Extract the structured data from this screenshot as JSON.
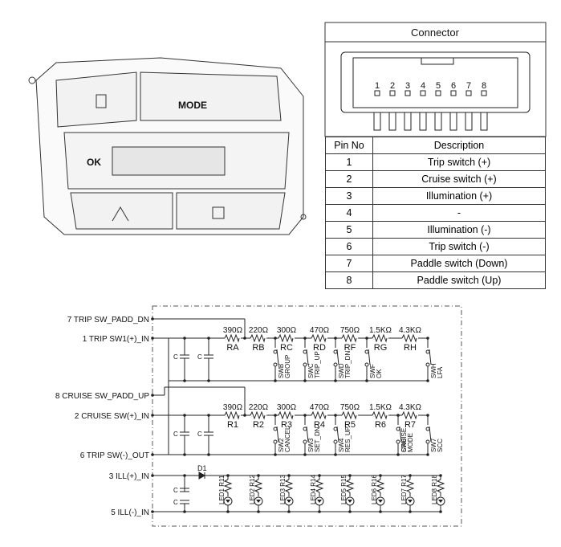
{
  "illustration": {
    "mode_label": "MODE",
    "ok_label": "OK"
  },
  "connector": {
    "title": "Connector",
    "pin_numbers": [
      "1",
      "2",
      "3",
      "4",
      "5",
      "6",
      "7",
      "8"
    ],
    "header": {
      "pin": "Pin No",
      "desc": "Description"
    },
    "rows": [
      {
        "pin": "1",
        "desc": "Trip switch (+)"
      },
      {
        "pin": "2",
        "desc": "Cruise switch (+)"
      },
      {
        "pin": "3",
        "desc": "Illumination (+)"
      },
      {
        "pin": "4",
        "desc": "-"
      },
      {
        "pin": "5",
        "desc": "Illumination (-)"
      },
      {
        "pin": "6",
        "desc": "Trip switch (-)"
      },
      {
        "pin": "7",
        "desc": "Paddle switch (Down)"
      },
      {
        "pin": "8",
        "desc": "Paddle switch (Up)"
      }
    ]
  },
  "schematic": {
    "terminals": [
      "7 TRIP SW_PADD_DN",
      "1 TRIP SW1(+)_IN",
      "8 CRUISE SW_PADD_UP",
      "2 CRUISE SW(+)_IN",
      "6 TRIP SW(-)_OUT",
      "3 ILL(+)_IN",
      "5 ILL(-)_IN"
    ],
    "cap_label": "C",
    "diode_label": "D1",
    "trip_resistors": [
      {
        "name": "RA",
        "value": "390Ω"
      },
      {
        "name": "RB",
        "value": "220Ω"
      },
      {
        "name": "RC",
        "value": "300Ω"
      },
      {
        "name": "RD",
        "value": "470Ω"
      },
      {
        "name": "RF",
        "value": "750Ω"
      },
      {
        "name": "RG",
        "value": "1.5KΩ"
      },
      {
        "name": "RH",
        "value": "4.3KΩ"
      }
    ],
    "trip_switches": [
      {
        "id": "SWB",
        "fn": "GROUP"
      },
      {
        "id": "SWC",
        "fn": "TRIP_UP"
      },
      {
        "id": "SWD",
        "fn": "TRIP_DN"
      },
      {
        "id": "SWF",
        "fn": "OK"
      },
      {
        "id": "SWH",
        "fn": "LFA"
      }
    ],
    "cruise_resistors": [
      {
        "name": "R1",
        "value": "390Ω"
      },
      {
        "name": "R2",
        "value": "220Ω"
      },
      {
        "name": "R3",
        "value": "300Ω"
      },
      {
        "name": "R4",
        "value": "470Ω"
      },
      {
        "name": "R5",
        "value": "750Ω"
      },
      {
        "name": "R6",
        "value": "1.5KΩ"
      },
      {
        "name": "R7",
        "value": "4.3KΩ"
      }
    ],
    "cruise_switches": [
      {
        "id": "SW2",
        "fn": "CANCEL"
      },
      {
        "id": "SW3",
        "fn": "SET_DN"
      },
      {
        "id": "SW4",
        "fn": "RES_UP"
      },
      {
        "id": "SW6",
        "fn": "CRUISE MODE"
      },
      {
        "id": "SW7",
        "fn": "SCC"
      }
    ],
    "leds": [
      "LED1 R11",
      "LED2 R12",
      "LED3 R13",
      "LED4 R14",
      "LED5 R15",
      "LED6 R16",
      "LED7 R17",
      "LED8 R18"
    ]
  }
}
